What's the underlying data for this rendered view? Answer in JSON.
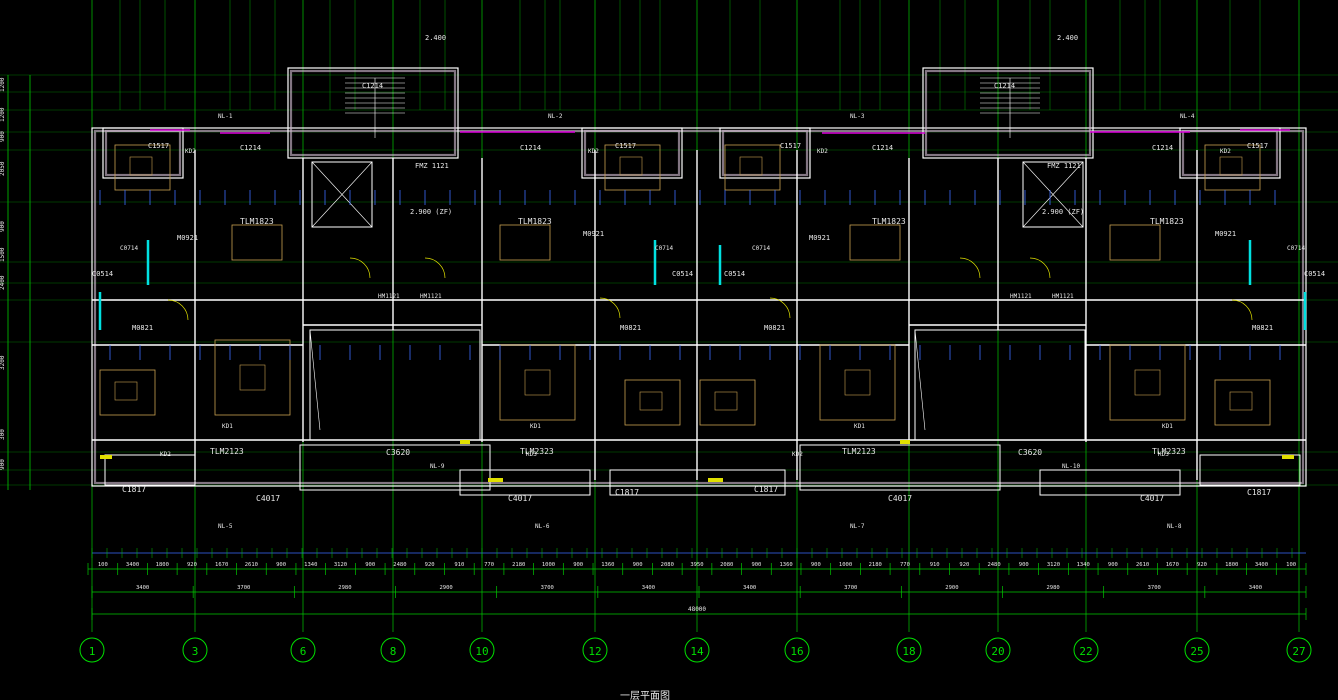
{
  "colors": {
    "background": "#000000",
    "grid": "#00c800",
    "wall": "#ffffff",
    "wall_fill": "#c8b4c8",
    "dimension": "#3c6cff",
    "text": "#e8e8e8",
    "fixture": "#c8a050",
    "pipe": "#00e0e0",
    "accent": "#e000e0",
    "yellow": "#e0e000",
    "axis_bubble": "#00e000"
  },
  "axes": [
    "1",
    "3",
    "6",
    "8",
    "10",
    "12",
    "14",
    "16",
    "18",
    "20",
    "22",
    "25",
    "27"
  ],
  "units": [
    {
      "stair_level": "2.400",
      "stair_window": "C1214",
      "door_fmz": "FMZ 1121",
      "landing_level": "2.900 (ZF)",
      "balcony_window": "C1214",
      "bedroom_window": "C1517",
      "bath_door": "M0921",
      "living_door": "TLM1823",
      "south_door": "TLM2123",
      "south_window": "C1817",
      "big_window": "C3620",
      "bay_window": "C4017",
      "small_window": "C0714",
      "aux_window": "C0514",
      "entry_door": "HM1121",
      "nl_left": "NL-1",
      "nl_right": "NL-2",
      "nl_bottom_left": "NL-5",
      "nl_bottom_right": "NL-6",
      "kd": "KD2",
      "kd1": "KD1",
      "kd3": "KD3",
      "mid_door": "M0821",
      "tlm_right": "TLM2323",
      "nl_bottom_mid": "NL-9"
    },
    {
      "stair_level": "2.400",
      "stair_window": "C1214",
      "door_fmz": "FMZ 1121",
      "landing_level": "2.900 (ZF)",
      "balcony_window": "C1214",
      "bedroom_window": "C1517",
      "bath_door": "M0921",
      "living_door": "TLM1823",
      "south_door": "TLM2123",
      "south_window": "C1817",
      "big_window": "C3620",
      "bay_window": "C4017",
      "small_window": "C0714",
      "aux_window": "C0514",
      "entry_door": "HM1121",
      "nl_left": "NL-3",
      "nl_right": "NL-4",
      "nl_bottom_left": "NL-7",
      "nl_bottom_right": "NL-8",
      "kd": "KD2",
      "kd1": "KD1",
      "kd3": "KD3",
      "mid_door": "M0821",
      "tlm_right": "TLM2323",
      "nl_bottom_mid": "NL-10"
    }
  ],
  "dims_row1": [
    "100",
    "3400",
    "1800",
    "920",
    "1670",
    "2610",
    "900",
    "1340",
    "3120",
    "900",
    "2480",
    "920",
    "910",
    "770",
    "2180",
    "1000",
    "900",
    "1360",
    "900",
    "2080",
    "3950",
    "2080",
    "900",
    "1360",
    "900",
    "1000",
    "2180",
    "770",
    "910",
    "920",
    "2480",
    "900",
    "3120",
    "1340",
    "900",
    "2610",
    "1670",
    "920",
    "1800",
    "3400",
    "100"
  ],
  "dims_row2": [
    "3400",
    "3700",
    "2980",
    "2900",
    "3700",
    "3400",
    "3400",
    "3700",
    "2900",
    "2980",
    "3700",
    "3400"
  ],
  "dim_total": "48000",
  "side_dims": [
    "1200",
    "1200",
    "900",
    "2050",
    "900",
    "1500",
    "2400",
    "3200",
    "300",
    "900"
  ],
  "title": "一层平面图"
}
